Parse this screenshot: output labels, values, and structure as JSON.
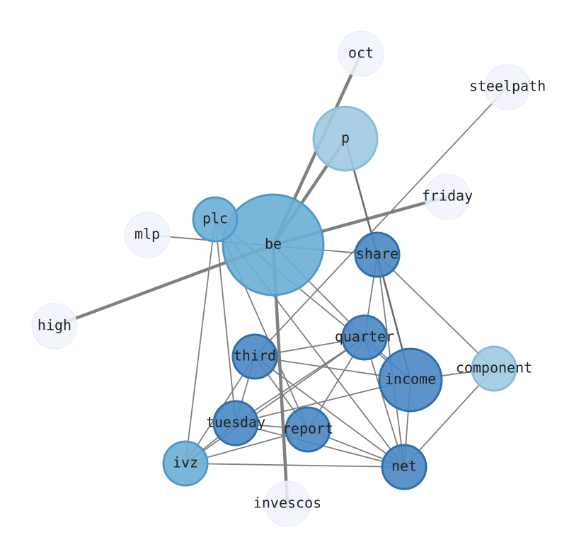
{
  "graph": {
    "nodes": [
      {
        "id": "be",
        "label": "be",
        "weight": 1.0,
        "tone": "mid"
      },
      {
        "id": "p",
        "label": "p",
        "weight": 0.4,
        "tone": "light"
      },
      {
        "id": "oct",
        "label": "oct",
        "weight": 0.1,
        "tone": "faint"
      },
      {
        "id": "steelpath",
        "label": "steelpath",
        "weight": 0.1,
        "tone": "faint"
      },
      {
        "id": "friday",
        "label": "friday",
        "weight": 0.1,
        "tone": "faint"
      },
      {
        "id": "mlp",
        "label": "mlp",
        "weight": 0.1,
        "tone": "faint"
      },
      {
        "id": "plc",
        "label": "plc",
        "weight": 0.15,
        "tone": "mid"
      },
      {
        "id": "share",
        "label": "share",
        "weight": 0.2,
        "tone": "dark"
      },
      {
        "id": "high",
        "label": "high",
        "weight": 0.1,
        "tone": "faint"
      },
      {
        "id": "quarter",
        "label": "quarter",
        "weight": 0.2,
        "tone": "dark"
      },
      {
        "id": "third",
        "label": "third",
        "weight": 0.2,
        "tone": "dark"
      },
      {
        "id": "income",
        "label": "income",
        "weight": 0.4,
        "tone": "dark"
      },
      {
        "id": "component",
        "label": "component",
        "weight": 0.15,
        "tone": "light"
      },
      {
        "id": "tuesday",
        "label": "tuesday",
        "weight": 0.2,
        "tone": "dark"
      },
      {
        "id": "report",
        "label": "report",
        "weight": 0.2,
        "tone": "dark"
      },
      {
        "id": "ivz",
        "label": "ivz",
        "weight": 0.2,
        "tone": "mid"
      },
      {
        "id": "net",
        "label": "net",
        "weight": 0.2,
        "tone": "dark"
      },
      {
        "id": "invescos",
        "label": "invescos",
        "weight": 0.1,
        "tone": "faint"
      }
    ],
    "edges": [
      {
        "source": "be",
        "target": "oct",
        "strength": 3
      },
      {
        "source": "be",
        "target": "p",
        "strength": 3
      },
      {
        "source": "be",
        "target": "friday",
        "strength": 3
      },
      {
        "source": "be",
        "target": "high",
        "strength": 3
      },
      {
        "source": "be",
        "target": "invescos",
        "strength": 3
      },
      {
        "source": "be",
        "target": "quarter",
        "strength": 1
      },
      {
        "source": "mlp",
        "target": "share",
        "strength": 1
      },
      {
        "source": "p",
        "target": "share",
        "strength": 2
      },
      {
        "source": "steelpath",
        "target": "third",
        "strength": 1
      },
      {
        "source": "plc",
        "target": "income",
        "strength": 1
      },
      {
        "source": "plc",
        "target": "tuesday",
        "strength": 1
      },
      {
        "source": "plc",
        "target": "ivz",
        "strength": 1
      },
      {
        "source": "plc",
        "target": "net",
        "strength": 1
      },
      {
        "source": "plc",
        "target": "report",
        "strength": 1
      },
      {
        "source": "share",
        "target": "income",
        "strength": 2
      },
      {
        "source": "share",
        "target": "component",
        "strength": 1
      },
      {
        "source": "share",
        "target": "net",
        "strength": 1
      },
      {
        "source": "share",
        "target": "quarter",
        "strength": 1
      },
      {
        "source": "third",
        "target": "quarter",
        "strength": 1
      },
      {
        "source": "third",
        "target": "income",
        "strength": 1
      },
      {
        "source": "third",
        "target": "net",
        "strength": 1
      },
      {
        "source": "third",
        "target": "tuesday",
        "strength": 1
      },
      {
        "source": "third",
        "target": "ivz",
        "strength": 1
      },
      {
        "source": "third",
        "target": "report",
        "strength": 1
      },
      {
        "source": "quarter",
        "target": "income",
        "strength": 1
      },
      {
        "source": "quarter",
        "target": "tuesday",
        "strength": 1
      },
      {
        "source": "quarter",
        "target": "report",
        "strength": 1
      },
      {
        "source": "quarter",
        "target": "net",
        "strength": 1
      },
      {
        "source": "quarter",
        "target": "ivz",
        "strength": 1
      },
      {
        "source": "income",
        "target": "component",
        "strength": 1
      },
      {
        "source": "income",
        "target": "tuesday",
        "strength": 1
      },
      {
        "source": "income",
        "target": "net",
        "strength": 1
      },
      {
        "source": "component",
        "target": "net",
        "strength": 1
      },
      {
        "source": "tuesday",
        "target": "report",
        "strength": 1
      },
      {
        "source": "tuesday",
        "target": "net",
        "strength": 1
      },
      {
        "source": "tuesday",
        "target": "ivz",
        "strength": 1
      },
      {
        "source": "report",
        "target": "ivz",
        "strength": 1
      },
      {
        "source": "report",
        "target": "net",
        "strength": 1
      },
      {
        "source": "ivz",
        "target": "net",
        "strength": 1
      }
    ],
    "colors": {
      "faint": "#eef3fb",
      "light": "#9ecae1",
      "mid": "#6baed6",
      "dark": "#4a87c3",
      "edge": "#808080",
      "edge_strong": "#6a6a6a",
      "label": "#222222"
    }
  }
}
